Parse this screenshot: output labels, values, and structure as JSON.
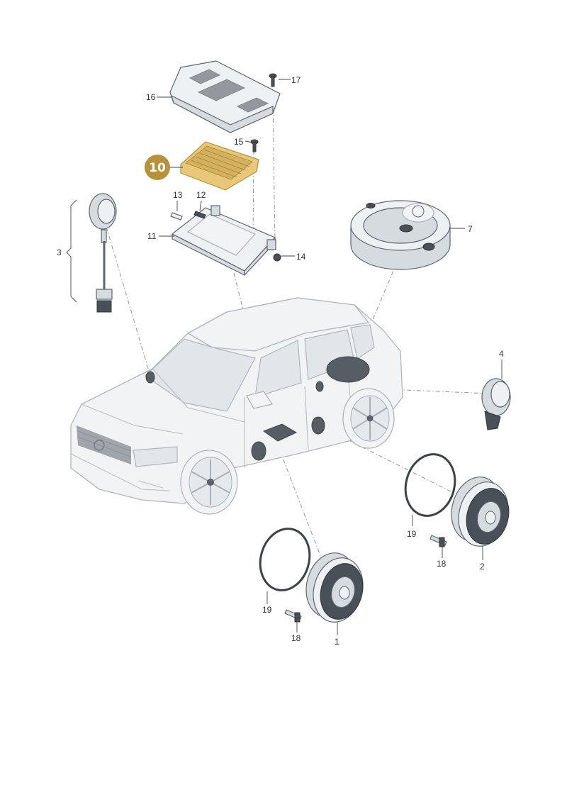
{
  "diagram": {
    "highlighted_label": "10",
    "highlight_color": "#b8923a",
    "labels": {
      "l1": "1",
      "l2": "2",
      "l3": "3",
      "l4": "4",
      "l7": "7",
      "l11": "11",
      "l12": "12",
      "l13": "13",
      "l14": "14",
      "l15": "15",
      "l16": "16",
      "l17": "17",
      "l18a": "18",
      "l18b": "18",
      "l19a": "19",
      "l19b": "19"
    }
  }
}
